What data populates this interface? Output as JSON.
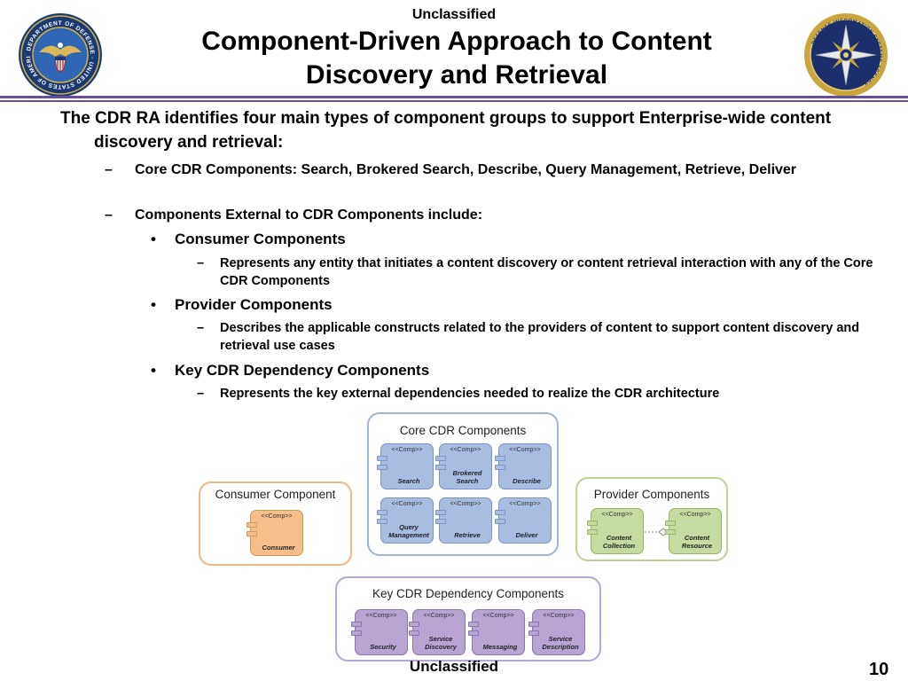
{
  "header": {
    "classification_top": "Unclassified",
    "title_line1": "Component-Driven Approach to Content",
    "title_line2": "Discovery and Retrieval",
    "seal_left_text": "DEPARTMENT OF DEFENSE · UNITED STATES OF AMERICA",
    "seal_right_text": "DEFENSE INFORMATION SYSTEMS AGENCY"
  },
  "body": {
    "intro": "The CDR RA identifies four main types of component groups to support Enterprise-wide content discovery and retrieval:",
    "items": [
      {
        "marker": "–",
        "text": "Core CDR Components:  Search, Brokered Search, Describe, Query Management, Retrieve, Deliver"
      },
      {
        "marker": "–",
        "text": "Components External to CDR Components include:"
      }
    ],
    "external": [
      {
        "marker": "•",
        "title": "Consumer Components",
        "sub_marker": "–",
        "sub": "Represents any entity that initiates a content discovery or content retrieval interaction with any of the Core CDR Components"
      },
      {
        "marker": "•",
        "title": "Provider Components",
        "sub_marker": "–",
        "sub": "Describes the applicable constructs related to the providers of content to support content discovery and retrieval use cases"
      },
      {
        "marker": "•",
        "title": "Key CDR Dependency Components",
        "sub_marker": "–",
        "sub": "Represents the key external dependencies needed to realize the CDR architecture"
      }
    ]
  },
  "diagram": {
    "stereotype": "<<Comp>>",
    "core": {
      "label": "Core CDR Components",
      "components": [
        "Search",
        "Brokered Search",
        "Describe",
        "Query Management",
        "Retrieve",
        "Deliver"
      ]
    },
    "consumer": {
      "label": "Consumer Component",
      "components": [
        "Consumer"
      ]
    },
    "provider": {
      "label": "Provider Components",
      "components": [
        "Content Collection",
        "Content Resource"
      ]
    },
    "dependency": {
      "label": "Key CDR Dependency Components",
      "components": [
        "Security",
        "Service Discovery",
        "Messaging",
        "Service Description"
      ]
    },
    "colors": {
      "core": "#a9bde3",
      "consumer": "#f6be8a",
      "provider": "#c6dba0",
      "dependency": "#b7a4d2",
      "rule": "#6a4c9c"
    }
  },
  "footer": {
    "classification_bottom": "Unclassified",
    "page_number": "10"
  }
}
